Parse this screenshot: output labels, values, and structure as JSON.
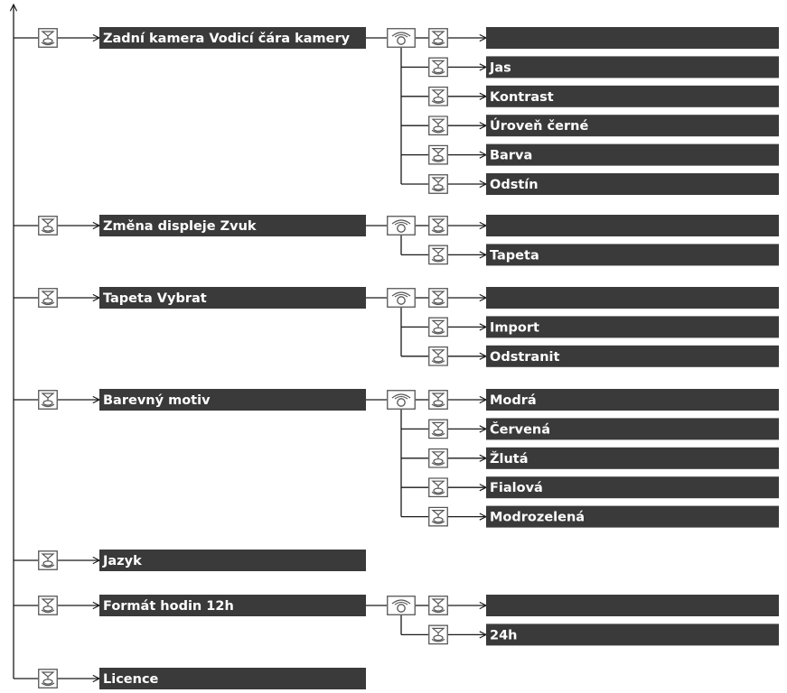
{
  "colors": {
    "bar": "#3a3a3a",
    "bar_text": "#ffffff",
    "line": "#1a1a1a",
    "icon_stroke": "#555555"
  },
  "icons": {
    "main_item": "push-button-icon",
    "branch": "rotary-knob-icon",
    "sub_item": "push-button-icon"
  },
  "groups": [
    {
      "label": "Zadní kamera Vodicí čára kamery",
      "options": [
        "",
        "Jas",
        "Kontrast",
        "Úroveň černé",
        "Barva",
        "Odstín"
      ]
    },
    {
      "label": "Změna displeje Zvuk",
      "options": [
        "",
        "Tapeta"
      ]
    },
    {
      "label": "Tapeta Vybrat",
      "options": [
        "",
        "Import",
        "Odstranit"
      ]
    },
    {
      "label": "Barevný motiv",
      "options": [
        "Modrá",
        "Červená",
        "Žlutá",
        "Fialová",
        "Modrozelená"
      ]
    },
    {
      "label": "Jazyk",
      "options": []
    },
    {
      "label": "Formát hodin 12h",
      "options": [
        "",
        "24h"
      ]
    },
    {
      "label": "Licence",
      "options": []
    }
  ]
}
